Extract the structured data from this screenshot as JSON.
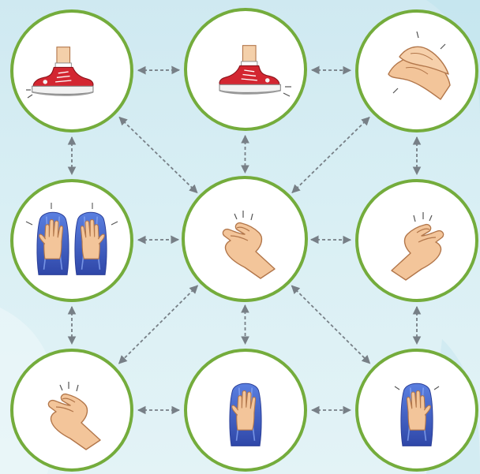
{
  "diagram": {
    "nodes": [
      {
        "id": "stomp-right",
        "icon": "sneaker-stomp-left-icon"
      },
      {
        "id": "stomp-left",
        "icon": "sneaker-stomp-right-icon"
      },
      {
        "id": "clap",
        "icon": "clapping-hands-icon"
      },
      {
        "id": "pat-knees",
        "icon": "pat-both-knees-icon"
      },
      {
        "id": "snap-center",
        "icon": "finger-snap-icon"
      },
      {
        "id": "snap-right",
        "icon": "finger-snap-icon"
      },
      {
        "id": "snap-left",
        "icon": "finger-snap-icon"
      },
      {
        "id": "pat-left-knee",
        "icon": "pat-knee-icon"
      },
      {
        "id": "pat-right-knee",
        "icon": "pat-knee-icon"
      }
    ],
    "edges": [
      [
        "stomp-right",
        "stomp-left"
      ],
      [
        "stomp-left",
        "clap"
      ],
      [
        "stomp-right",
        "pat-knees"
      ],
      [
        "stomp-left",
        "snap-center"
      ],
      [
        "clap",
        "snap-right"
      ],
      [
        "stomp-right",
        "snap-center"
      ],
      [
        "clap",
        "snap-center"
      ],
      [
        "pat-knees",
        "snap-center"
      ],
      [
        "snap-center",
        "snap-right"
      ],
      [
        "pat-knees",
        "snap-left"
      ],
      [
        "snap-center",
        "pat-left-knee"
      ],
      [
        "snap-right",
        "pat-right-knee"
      ],
      [
        "snap-center",
        "snap-left"
      ],
      [
        "snap-center",
        "pat-right-knee"
      ],
      [
        "snap-left",
        "pat-left-knee"
      ],
      [
        "pat-left-knee",
        "pat-right-knee"
      ]
    ],
    "colors": {
      "ring": "#74ac3c",
      "arrow": "#777f86",
      "skin": "#f3c59a",
      "skin_outline": "#b2764a",
      "hair": "#4563c4",
      "shoe_red": "#d32631",
      "background": "#d4ecf2"
    }
  }
}
